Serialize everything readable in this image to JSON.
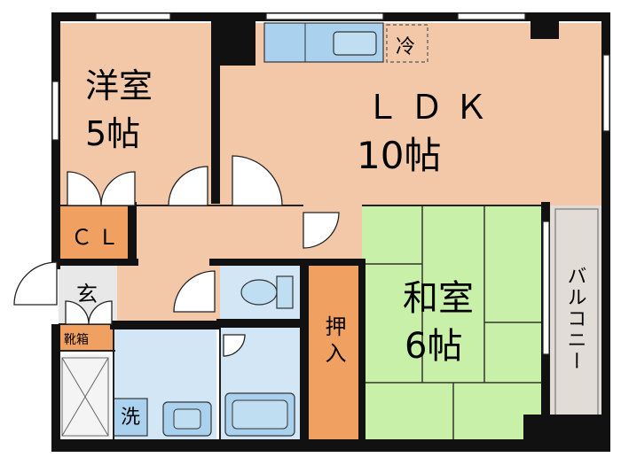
{
  "rooms": {
    "western": {
      "name": "洋室",
      "size": "5帖"
    },
    "ldk": {
      "name": "ＬＤＫ",
      "size": "10帖"
    },
    "japanese": {
      "name": "和室",
      "size": "6帖"
    },
    "closet": "ＣＬ",
    "entrance": "玄",
    "shoe_box": "靴箱",
    "closet_storage": "押入",
    "balcony": "バルコニー",
    "fridge": "冷",
    "washer": "洗"
  },
  "colors": {
    "room_beige": "#F2C8A8",
    "closet_orange": "#F0A060",
    "tatami_green": "#C8F0A8",
    "wet_blue": "#D2E6F6",
    "fixture_blue": "#AAD2EE",
    "balcony_gray": "#E2DCD6",
    "wall": "#111111"
  }
}
